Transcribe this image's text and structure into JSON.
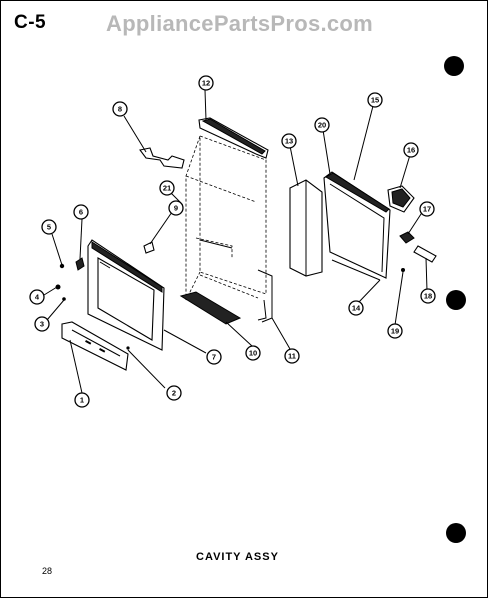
{
  "header": {
    "code": "C-5",
    "watermark": "AppliancePartsPros.com"
  },
  "caption": "CAVITY ASSY",
  "page_number": "28",
  "callouts": [
    {
      "id": "c1",
      "label": "1"
    },
    {
      "id": "c2",
      "label": "2"
    },
    {
      "id": "c3",
      "label": "3"
    },
    {
      "id": "c4",
      "label": "4"
    },
    {
      "id": "c5",
      "label": "5"
    },
    {
      "id": "c6",
      "label": "6"
    },
    {
      "id": "c7",
      "label": "7"
    },
    {
      "id": "c8",
      "label": "8"
    },
    {
      "id": "c9",
      "label": "9"
    },
    {
      "id": "c10",
      "label": "10"
    },
    {
      "id": "c11",
      "label": "11"
    },
    {
      "id": "c12",
      "label": "12"
    },
    {
      "id": "c13",
      "label": "13"
    },
    {
      "id": "c14",
      "label": "14"
    },
    {
      "id": "c15",
      "label": "15"
    },
    {
      "id": "c16",
      "label": "16"
    },
    {
      "id": "c17",
      "label": "17"
    },
    {
      "id": "c18",
      "label": "18"
    },
    {
      "id": "c19",
      "label": "19"
    },
    {
      "id": "c20",
      "label": "20"
    },
    {
      "id": "c21",
      "label": "21"
    }
  ]
}
